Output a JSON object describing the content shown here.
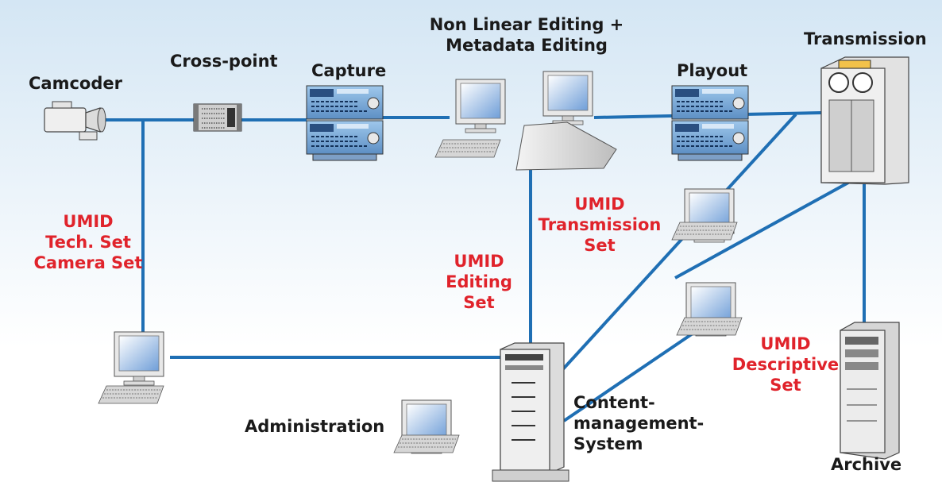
{
  "labels": {
    "camcoder": "Camcoder",
    "crosspoint": "Cross-point",
    "capture": "Capture",
    "nle_line1": "Non Linear Editing +",
    "nle_line2": "Metadata Editing",
    "playout": "Playout",
    "transmission": "Transmission",
    "administration": "Administration",
    "cms_line1": "Content-",
    "cms_line2": "management-",
    "cms_line3": "System",
    "archive": "Archive"
  },
  "umid_labels": {
    "tech_line1": "UMID",
    "tech_line2": "Tech. Set",
    "tech_line3": "Camera Set",
    "editing_line1": "UMID",
    "editing_line2": "Editing",
    "editing_line3": "Set",
    "transmission_line1": "UMID",
    "transmission_line2": "Transmission",
    "transmission_line3": "Set",
    "descriptive_line1": "UMID",
    "descriptive_line2": "Descriptive",
    "descriptive_line3": "Set"
  },
  "colors": {
    "link": "#1f6fb4",
    "umid_text": "#e0232b",
    "background_top": "#d4e6f4"
  },
  "icons": [
    "camcorder-icon",
    "crosspoint-switch-icon",
    "capture-vtr-icon",
    "workstation-icon",
    "playout-vtr-icon",
    "transmission-server-icon",
    "pc-icon",
    "cms-server-icon",
    "archive-server-icon"
  ]
}
